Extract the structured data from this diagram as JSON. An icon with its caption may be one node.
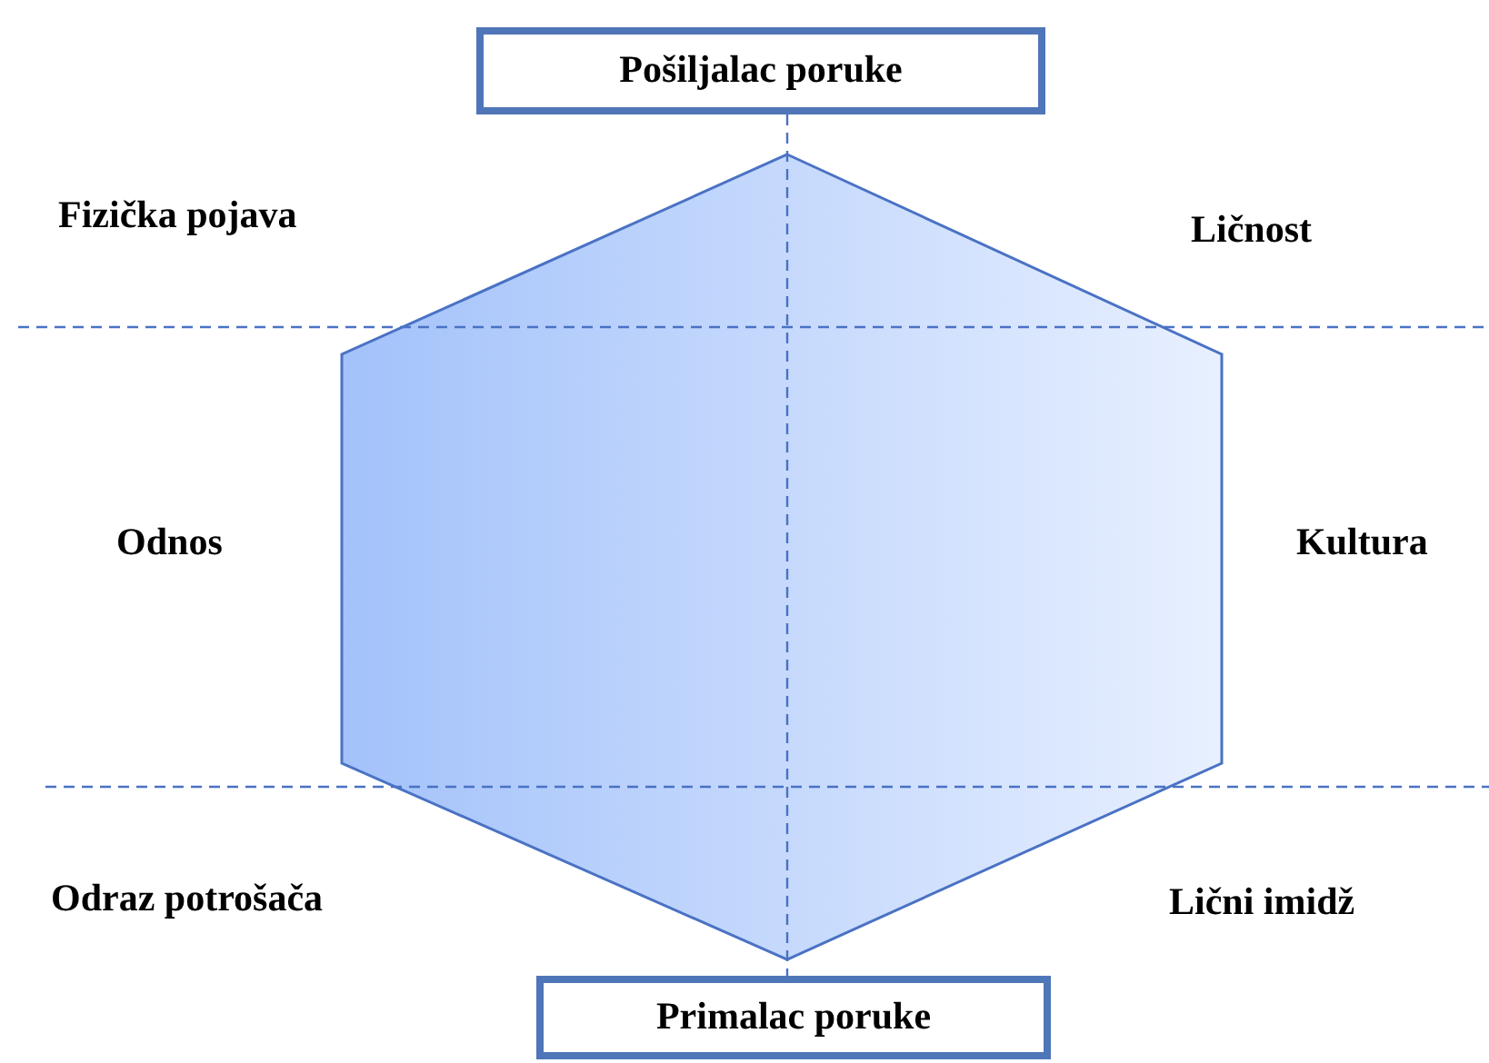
{
  "diagram": {
    "nodes": [
      {
        "text": [
          "Pošiljalac poruke"
        ]
      },
      {
        "text": [
          "Primalac poruke"
        ]
      }
    ],
    "edges": [
      {
        "from": 0,
        "to": 1,
        "arrow": "none",
        "style": "dashed"
      }
    ],
    "labels": [
      "Fizička pojava",
      "Ličnost",
      "Odnos",
      "Kultura",
      "Odraz potrošača",
      "Lični imidž"
    ]
  }
}
